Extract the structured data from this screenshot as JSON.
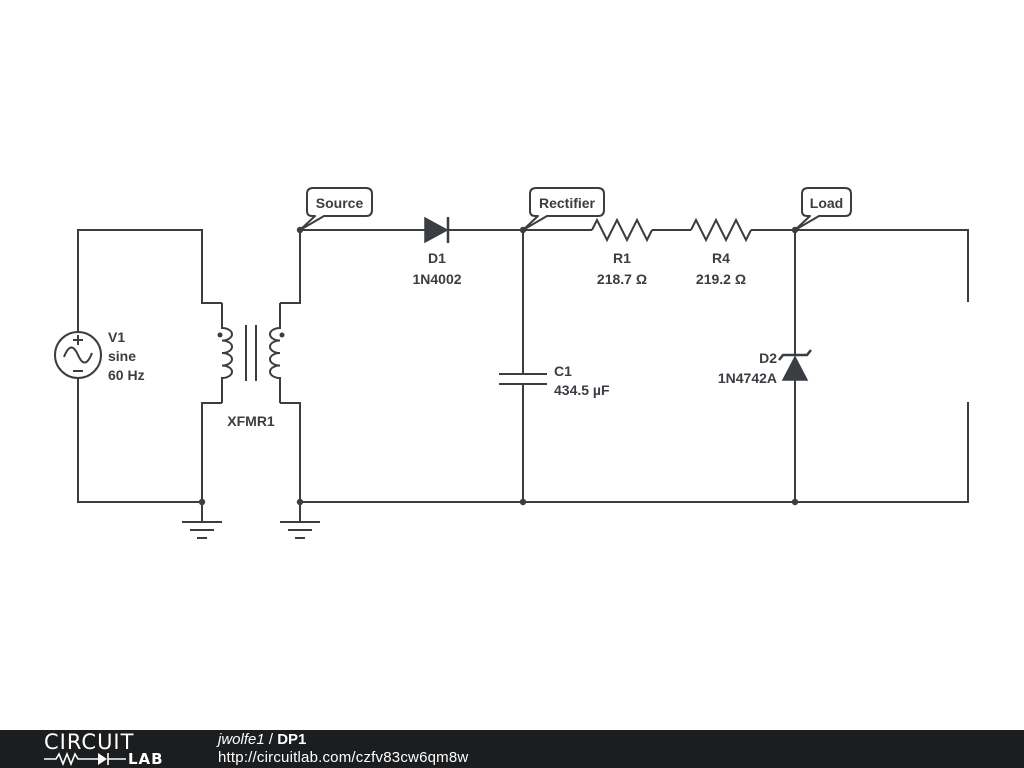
{
  "components": {
    "v1": {
      "name": "V1",
      "type": "sine",
      "freq": "60 Hz"
    },
    "xfmr1": {
      "name": "XFMR1"
    },
    "d1": {
      "name": "D1",
      "part": "1N4002"
    },
    "c1": {
      "name": "C1",
      "value": "434.5 µF"
    },
    "r1": {
      "name": "R1",
      "value": "218.7 Ω"
    },
    "r4": {
      "name": "R4",
      "value": "219.2 Ω"
    },
    "d2": {
      "name": "D2",
      "part": "1N4742A"
    }
  },
  "nets": {
    "source": "Source",
    "rectifier": "Rectifier",
    "load": "Load"
  },
  "footer": {
    "logo_top": "CIRCUIT",
    "logo_bottom": "LAB",
    "user": "jwolfe1",
    "separator": "/",
    "title": "DP1",
    "url": "http://circuitlab.com/czfv83cw6qm8w"
  },
  "colors": {
    "wire": "#3a3d41",
    "footer_bg": "#1b1d1f"
  }
}
